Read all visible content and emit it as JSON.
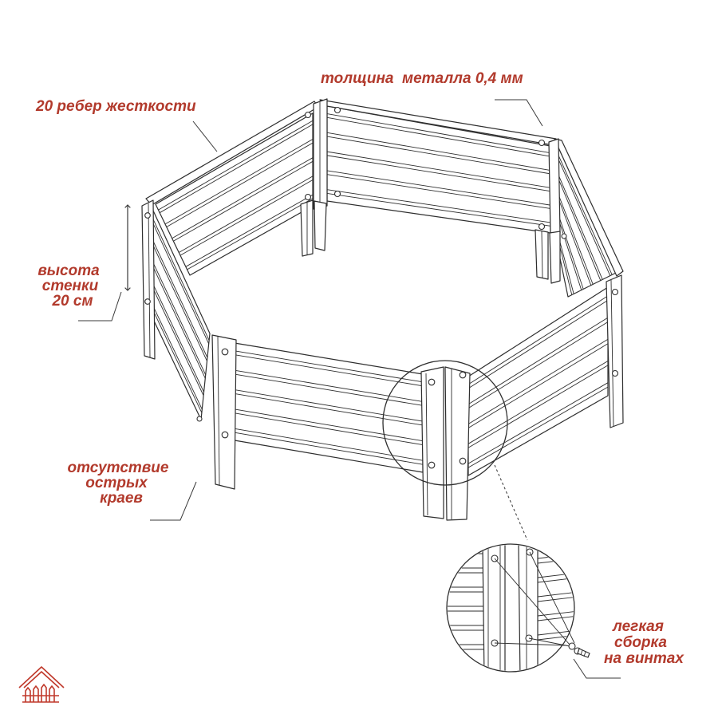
{
  "annotations": {
    "metal_thickness": "толщина  металла 0,4 мм",
    "stiffening_ribs": "20 ребер жесткости",
    "wall_height": [
      "высота",
      "стенки",
      "20 см"
    ],
    "no_sharp_edges": [
      "отсутствие",
      "острых",
      "краев"
    ],
    "screw_assembly": [
      "легкая",
      "сборка",
      "на винтах"
    ]
  },
  "colors": {
    "annotation": "#b23a2c",
    "drawing": "#2e2e2e",
    "logo": "#c0392b"
  },
  "icons": {
    "logo": "house-fence-logo",
    "height_arrow": "double-arrow-icon"
  }
}
